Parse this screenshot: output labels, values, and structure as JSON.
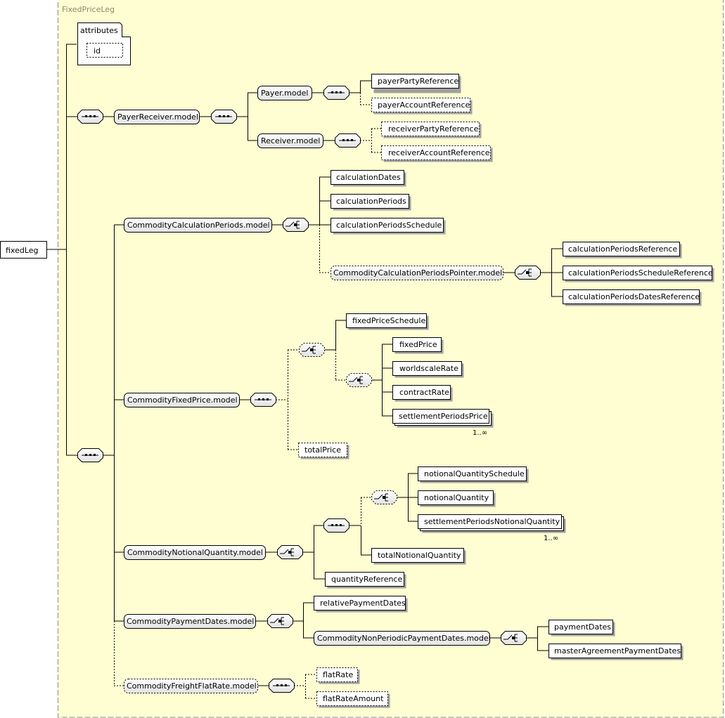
{
  "title": "FixedPriceLeg",
  "root": "fixedLeg",
  "attributes": {
    "label": "attributes",
    "items": [
      "id"
    ]
  },
  "payer_receiver": {
    "group": "PayerReceiver.model",
    "payer": "Payer.model",
    "receiver": "Receiver.model",
    "elements": [
      "payerPartyReference",
      "payerAccountReference",
      "receiverPartyReference",
      "receiverAccountReference"
    ]
  },
  "calculation_periods": {
    "group": "CommodityCalculationPeriods.model",
    "elements": [
      "calculationDates",
      "calculationPeriods",
      "calculationPeriodsSchedule"
    ],
    "pointer_group": "CommodityCalculationPeriodsPointer.model",
    "pointer_elements": [
      "calculationPeriodsReference",
      "calculationPeriodsScheduleReference",
      "calculationPeriodsDatesReference"
    ]
  },
  "fixed_price": {
    "group": "CommodityFixedPrice.model",
    "schedule": "fixedPriceSchedule",
    "elements": [
      "fixedPrice",
      "worldscaleRate",
      "contractRate",
      "settlementPeriodsPrice"
    ],
    "multiplicity": "1..∞",
    "total": "totalPrice"
  },
  "notional_quantity": {
    "group": "CommodityNotionalQuantity.model",
    "elements": [
      "notionalQuantitySchedule",
      "notionalQuantity",
      "settlementPeriodsNotionalQuantity"
    ],
    "multiplicity": "1..∞",
    "total": "totalNotionalQuantity",
    "reference": "quantityReference"
  },
  "payment_dates": {
    "group": "CommodityPaymentDates.model",
    "relative": "relativePaymentDates",
    "non_periodic_group": "CommodityNonPeriodicPaymentDates.model",
    "elements": [
      "paymentDates",
      "masterAgreementPaymentDates"
    ]
  },
  "freight": {
    "group": "CommodityFreightFlatRate.model",
    "elements": [
      "flatRate",
      "flatRateAmount"
    ]
  }
}
